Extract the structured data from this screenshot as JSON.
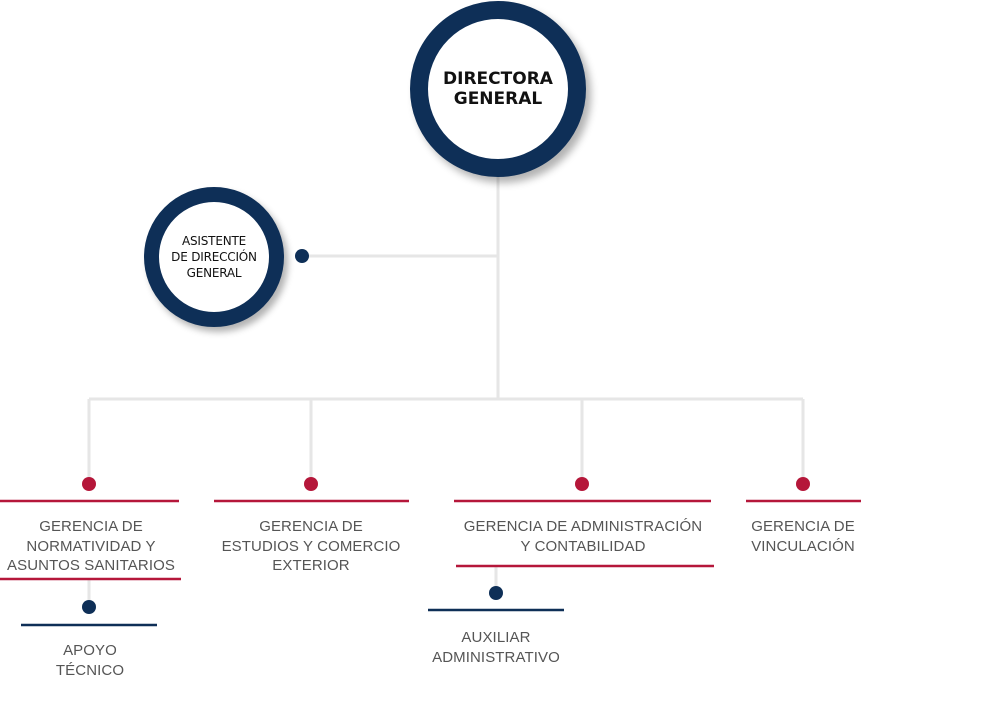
{
  "colors": {
    "navy": "#0e2f57",
    "crimson": "#b5173a",
    "connector": "#e6e6e6",
    "label_text": "#555555"
  },
  "nodes": {
    "director": "DIRECTORA\nGENERAL",
    "assistant": "ASISTENTE\nDE DIRECCIÓN\nGENERAL",
    "normatividad": "GERENCIA DE\nNORMATIVIDAD Y\nASUNTOS SANITARIOS",
    "estudios": "GERENCIA DE\nESTUDIOS Y COMERCIO\nEXTERIOR",
    "administracion": "GERENCIA DE ADMINISTRACIÓN\nY CONTABILIDAD",
    "vinculacion": "GERENCIA DE\nVINCULACIÓN",
    "apoyo": "APOYO\nTÉCNICO",
    "auxiliar": "AUXILIAR\nADMINISTRATIVO"
  }
}
